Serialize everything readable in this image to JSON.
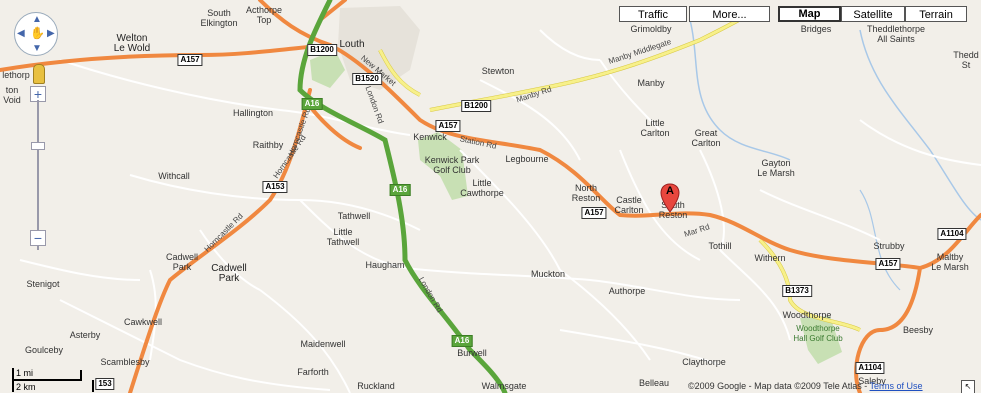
{
  "map_type_buttons": {
    "traffic": "Traffic",
    "more": "More...",
    "map": "Map",
    "satellite": "Satellite",
    "terrain": "Terrain",
    "active": "Map"
  },
  "zoom": {
    "plus": "+",
    "minus": "−",
    "level_fraction": 0.5
  },
  "scale": {
    "mi": "1 mi",
    "km": "2 km"
  },
  "copyright": {
    "text": "©2009 Google - Map data ©2009 Tele Atlas - ",
    "terms": "Terms of Use"
  },
  "marker": {
    "letter": "A",
    "color": "#e8473e"
  },
  "colors": {
    "background": "#f2efe9",
    "a_road": "#f08840",
    "trunk": "#5aa53b",
    "minor_road": "#ffffff",
    "b_road": "#f7f08a",
    "park": "#c8e0b4",
    "water": "#a8c8e8"
  },
  "places": [
    {
      "id": "south-elkington",
      "line1": "South",
      "line2": "Elkington"
    },
    {
      "id": "acthorpe-top",
      "line1": "Acthorpe",
      "line2": "Top"
    },
    {
      "id": "welton-le-wold",
      "line1": "Welton",
      "line2": "Le Wold"
    },
    {
      "id": "louth",
      "line1": "Louth",
      "line2": ""
    },
    {
      "id": "grimoldby",
      "line1": "Grimoldby",
      "line2": ""
    },
    {
      "id": "bridges",
      "line1": "Bridges",
      "line2": ""
    },
    {
      "id": "theddlethorpe-all-saints",
      "line1": "Theddlethorpe",
      "line2": "All Saints"
    },
    {
      "id": "theddlethorpe-st",
      "line1": "Thedd",
      "line2": "St"
    },
    {
      "id": "elkington-edge",
      "line1": "lethorp",
      "line2": ""
    },
    {
      "id": "ton-wold",
      "line1": "ton",
      "line2": "Void"
    },
    {
      "id": "stewton",
      "line1": "Stewton",
      "line2": ""
    },
    {
      "id": "manby",
      "line1": "Manby",
      "line2": ""
    },
    {
      "id": "hallington",
      "line1": "Hallington",
      "line2": ""
    },
    {
      "id": "raithby",
      "line1": "Raithby",
      "line2": ""
    },
    {
      "id": "kenwick",
      "line1": "Kenwick",
      "line2": ""
    },
    {
      "id": "kenwick-park-golf-club",
      "line1": "Kenwick Park",
      "line2": "Golf Club"
    },
    {
      "id": "legbourne",
      "line1": "Legbourne",
      "line2": ""
    },
    {
      "id": "little-carlton",
      "line1": "Little",
      "line2": "Carlton"
    },
    {
      "id": "great-carlton",
      "line1": "Great",
      "line2": "Carlton"
    },
    {
      "id": "gayton-le-marsh",
      "line1": "Gayton",
      "line2": "Le Marsh"
    },
    {
      "id": "withcall",
      "line1": "Withcall",
      "line2": ""
    },
    {
      "id": "little-cawthorpe",
      "line1": "Little",
      "line2": "Cawthorpe"
    },
    {
      "id": "north-reston",
      "line1": "North",
      "line2": "Reston"
    },
    {
      "id": "castle-carlton",
      "line1": "Castle",
      "line2": "Carlton"
    },
    {
      "id": "south-reston",
      "line1": "South",
      "line2": "Reston"
    },
    {
      "id": "tathwell",
      "line1": "Tathwell",
      "line2": ""
    },
    {
      "id": "little-tathwell",
      "line1": "Little",
      "line2": "Tathwell"
    },
    {
      "id": "tothill",
      "line1": "Tothill",
      "line2": ""
    },
    {
      "id": "withern",
      "line1": "Withern",
      "line2": ""
    },
    {
      "id": "strubby",
      "line1": "Strubby",
      "line2": ""
    },
    {
      "id": "maltby-le-marsh",
      "line1": "Maltby",
      "line2": "Le Marsh"
    },
    {
      "id": "cadwell-park-1",
      "line1": "Cadwell",
      "line2": "Park"
    },
    {
      "id": "cadwell-park-2",
      "line1": "Cadwell",
      "line2": "Park"
    },
    {
      "id": "haugham",
      "line1": "Haugham",
      "line2": ""
    },
    {
      "id": "muckton",
      "line1": "Muckton",
      "line2": ""
    },
    {
      "id": "stenigot",
      "line1": "Stenigot",
      "line2": ""
    },
    {
      "id": "authorpe",
      "line1": "Authorpe",
      "line2": ""
    },
    {
      "id": "woodthorpe",
      "line1": "Woodthorpe",
      "line2": ""
    },
    {
      "id": "woodthorpe-hall-golf-club",
      "line1": "Woodthorpe",
      "line2": "Hall Golf Club"
    },
    {
      "id": "cawkwell",
      "line1": "Cawkwell",
      "line2": ""
    },
    {
      "id": "asterby",
      "line1": "Asterby",
      "line2": ""
    },
    {
      "id": "goulceby",
      "line1": "Goulceby",
      "line2": ""
    },
    {
      "id": "maidenwell",
      "line1": "Maidenwell",
      "line2": ""
    },
    {
      "id": "beesby",
      "line1": "Beesby",
      "line2": ""
    },
    {
      "id": "scamblesby",
      "line1": "Scamblesby",
      "line2": ""
    },
    {
      "id": "burwell",
      "line1": "Burwell",
      "line2": ""
    },
    {
      "id": "claythorpe",
      "line1": "Claythorpe",
      "line2": ""
    },
    {
      "id": "farforth",
      "line1": "Farforth",
      "line2": ""
    },
    {
      "id": "ruckland",
      "line1": "Ruckland",
      "line2": ""
    },
    {
      "id": "walmsgate",
      "line1": "Walmsgate",
      "line2": ""
    },
    {
      "id": "belleau",
      "line1": "Belleau",
      "line2": ""
    },
    {
      "id": "saleby",
      "line1": "Saleby",
      "line2": ""
    }
  ],
  "road_labels": [
    {
      "id": "new-market",
      "text": "New Market"
    },
    {
      "id": "manby-middlegate",
      "text": "Manby Middlegate"
    },
    {
      "id": "manby-rd",
      "text": "Manby Rd"
    },
    {
      "id": "london-rd-1",
      "text": "London Rd"
    },
    {
      "id": "station-rd",
      "text": "Station Rd"
    },
    {
      "id": "horncastle-rd-1",
      "text": "Horncastle Rd"
    },
    {
      "id": "horncastle-rd-2",
      "text": "Horncastle Rd"
    },
    {
      "id": "mar-rd",
      "text": "Mar Rd"
    },
    {
      "id": "london-rd-2",
      "text": "London Rd"
    }
  ],
  "road_shields": [
    {
      "id": "a157-1",
      "text": "A157",
      "green": false
    },
    {
      "id": "b1200-1",
      "text": "B1200",
      "green": false
    },
    {
      "id": "b1520",
      "text": "B1520",
      "green": false
    },
    {
      "id": "a16-1",
      "text": "A16",
      "green": true
    },
    {
      "id": "b1200-2",
      "text": "B1200",
      "green": false
    },
    {
      "id": "a157-2",
      "text": "A157",
      "green": false
    },
    {
      "id": "a153",
      "text": "A153",
      "green": false
    },
    {
      "id": "a16-2",
      "text": "A16",
      "green": true
    },
    {
      "id": "a157-3",
      "text": "A157",
      "green": false
    },
    {
      "id": "a1104-1",
      "text": "A1104",
      "green": false
    },
    {
      "id": "a157-4",
      "text": "A157",
      "green": false
    },
    {
      "id": "b1373",
      "text": "B1373",
      "green": false
    },
    {
      "id": "a16-3",
      "text": "A16",
      "green": true
    },
    {
      "id": "a1104-2",
      "text": "A1104",
      "green": false
    },
    {
      "id": "153",
      "text": "153",
      "green": false
    }
  ]
}
